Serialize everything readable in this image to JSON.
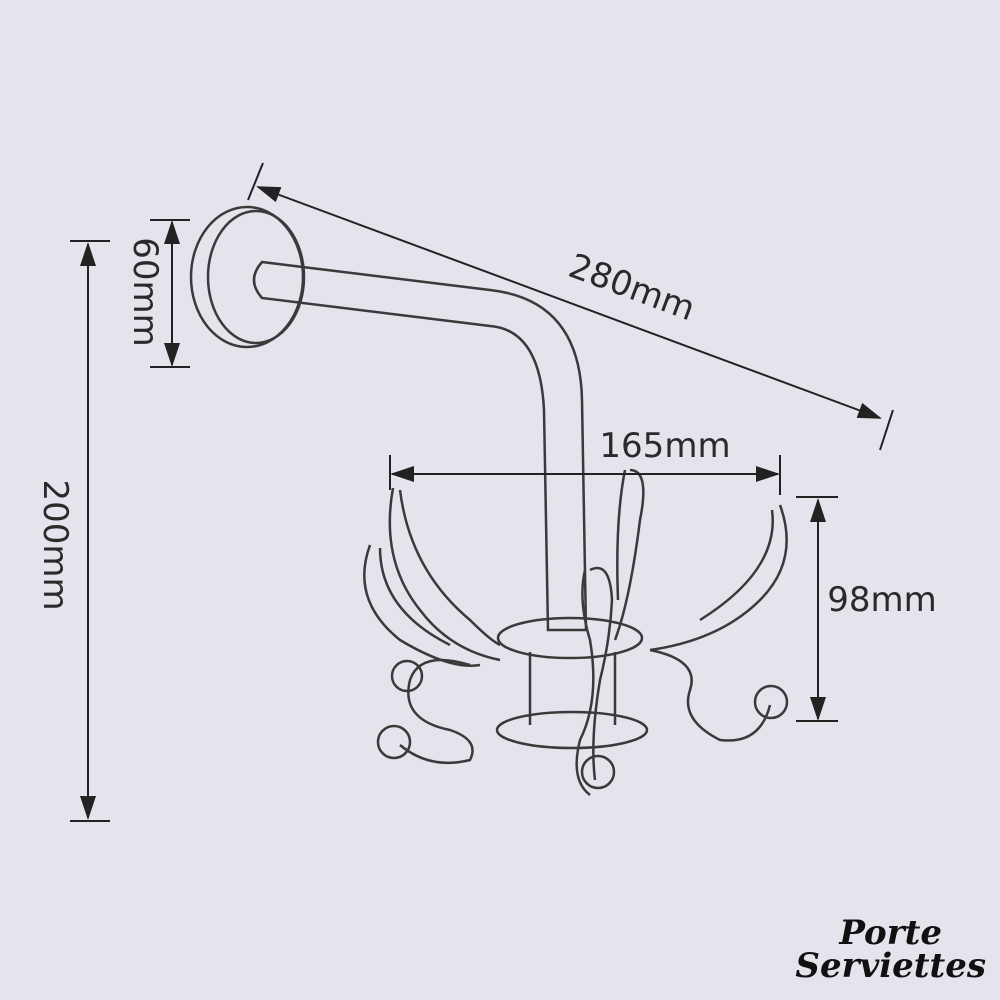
{
  "dimensions": {
    "length": "280mm",
    "base_height": "60mm",
    "total_height": "200mm",
    "hook_span": "165mm",
    "hook_height": "98mm"
  },
  "logo": {
    "line1": "Porte",
    "line2": "Serviettes"
  },
  "colors": {
    "background": "#e3e4ec",
    "line": "#3a3a3a"
  }
}
